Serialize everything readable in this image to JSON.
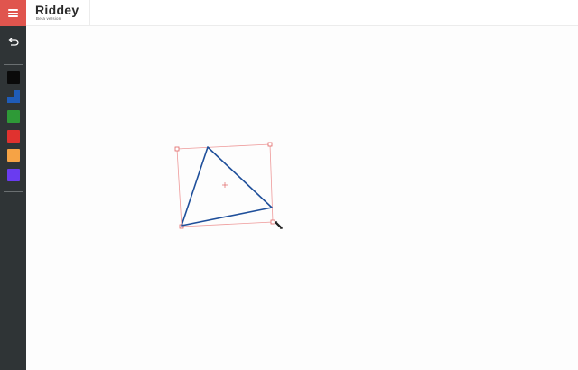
{
  "app": {
    "name": "Riddey",
    "subtitle": "Beta version"
  },
  "sidebar": {
    "menu_icon": "hamburger-menu-icon",
    "undo_icon": "undo-arrow-icon",
    "colors": [
      {
        "name": "black",
        "value": "#0a0a0a"
      },
      {
        "name": "blue",
        "value": "#1f5cb8"
      },
      {
        "name": "green",
        "value": "#2e9a37"
      },
      {
        "name": "red",
        "value": "#e0322f"
      },
      {
        "name": "orange",
        "value": "#f6a345"
      },
      {
        "name": "purple",
        "value": "#6a3cf0"
      }
    ],
    "selected_color": "blue"
  },
  "canvas": {
    "shape": "triangle",
    "stroke_color": "#1f4f9a",
    "selection_color": "#ee9a9a",
    "cursor": "resize-diagonal-cursor"
  }
}
